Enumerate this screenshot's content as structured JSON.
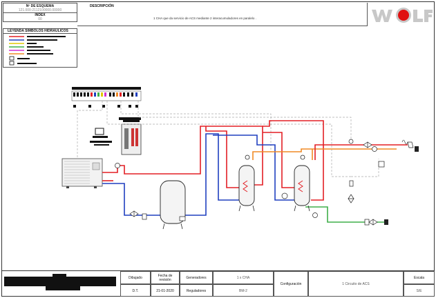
{
  "header": {
    "scheme_no_label": "Nº DE ESQUEMA",
    "scheme_no_value": "121.000-2112100000.00000",
    "index_label": "INDEX",
    "index_value": "00",
    "legend_label": "LEYENDA SIMBOLOS HIDRAULICOS",
    "description_label": "DESCRIPCIÓN",
    "description_text": "1 CHA que da servicio de ACS mediante 2 interacumuladores en paralelo ."
  },
  "legend": {
    "colors": [
      "#e31e24",
      "#1f3fbf",
      "#3fae49",
      "#e0c800",
      "#d22fd2",
      "#f08a24",
      "#888888"
    ]
  },
  "footer": {
    "dibujado_label": "Dibujado",
    "dibujado_value": "D.T.",
    "fecha_label": "Fecha de revisión",
    "fecha_value": "21-01-2020",
    "generadores_label": "Generadores",
    "generadores_value": "1 x CHA",
    "reguladores_label": "Reguladores",
    "reguladores_value": "BM-2",
    "configuracion_label": "Configuración",
    "configuracion_value": "1 Circuito de ACS",
    "escala_label": "Escala",
    "escala_value": "S/E"
  },
  "logo": {
    "accent": "#e01010"
  },
  "colors": {
    "hot": "#e31e24",
    "cold": "#1f3fbf",
    "dhw": "#3fae49",
    "recirc": "#f08a24",
    "control": "#aaaaaa"
  }
}
